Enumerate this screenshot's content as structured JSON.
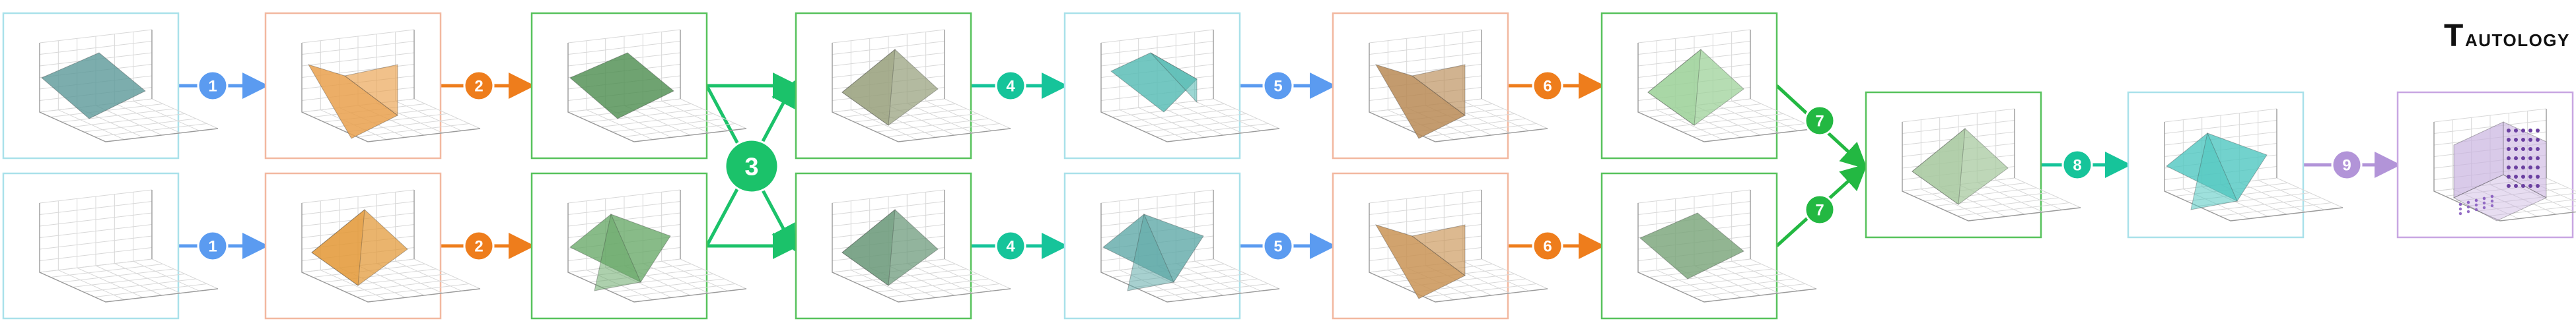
{
  "brand": {
    "tau": "T",
    "text": "AUTOLOGY"
  },
  "steps": [
    "1",
    "2",
    "3",
    "4",
    "5",
    "6",
    "7",
    "8",
    "9"
  ],
  "colors": {
    "step1": "#5b9bf0",
    "step2": "#ee7d1c",
    "step3": "#1bc26a",
    "step4": "#16c49a",
    "step5": "#5b9bf0",
    "step6": "#ee7d1c",
    "step7": "#23b842",
    "step8": "#16c49a",
    "step9": "#b294d8",
    "frame_cyan": "#a9e1ea",
    "frame_orange": "#f2b8a0",
    "frame_green": "#57c25c",
    "frame_purple": "#c8a6e2"
  },
  "panels": [
    {
      "id": "top-input",
      "frame": "cyan",
      "surfaces": [
        {
          "color": "#5f9b9b",
          "shape": "slab"
        }
      ]
    },
    {
      "id": "bottom-input",
      "frame": "cyan",
      "surfaces": []
    },
    {
      "id": "top-step1",
      "frame": "orange",
      "surfaces": [
        {
          "color": "#e9a04c",
          "shape": "fold"
        }
      ]
    },
    {
      "id": "bottom-step1",
      "frame": "orange",
      "surfaces": [
        {
          "color": "#e39b3c",
          "shape": "pyramid"
        }
      ]
    },
    {
      "id": "top-step2",
      "frame": "green",
      "surfaces": [
        {
          "color": "#4f8f52",
          "shape": "slab"
        }
      ]
    },
    {
      "id": "bottom-step2",
      "frame": "green",
      "surfaces": [
        {
          "color": "#6aaa6a",
          "shape": "tent"
        }
      ]
    },
    {
      "id": "top-step3",
      "frame": "green",
      "surfaces": [
        {
          "color": "#9aa380",
          "shape": "pyramid"
        }
      ]
    },
    {
      "id": "bottom-step3",
      "frame": "green",
      "surfaces": [
        {
          "color": "#6e9b7c",
          "shape": "pyramid"
        }
      ]
    },
    {
      "id": "top-step4",
      "frame": "cyan",
      "surfaces": [
        {
          "color": "#5bbdb6",
          "shape": "ridge"
        }
      ]
    },
    {
      "id": "bottom-step4",
      "frame": "cyan",
      "surfaces": [
        {
          "color": "#5fa9a8",
          "shape": "tent"
        }
      ]
    },
    {
      "id": "top-step5",
      "frame": "orange",
      "surfaces": [
        {
          "color": "#b88a55",
          "shape": "fold"
        }
      ]
    },
    {
      "id": "bottom-step5",
      "frame": "orange",
      "surfaces": [
        {
          "color": "#c99355",
          "shape": "fold"
        }
      ]
    },
    {
      "id": "top-step6",
      "frame": "green",
      "surfaces": [
        {
          "color": "#9ed19a",
          "shape": "pyramid"
        }
      ]
    },
    {
      "id": "bottom-step6",
      "frame": "green",
      "surfaces": [
        {
          "color": "#7aa57a",
          "shape": "slab"
        }
      ]
    },
    {
      "id": "merged-step7",
      "frame": "green",
      "surfaces": [
        {
          "color": "#a8c9a0",
          "shape": "pyramid"
        }
      ]
    },
    {
      "id": "merged-step8",
      "frame": "cyan",
      "surfaces": [
        {
          "color": "#4fc7c0",
          "shape": "tent"
        }
      ]
    },
    {
      "id": "final-step9",
      "frame": "purple",
      "surfaces": [
        {
          "color": "#c9b3e0",
          "shape": "walls"
        }
      ]
    }
  ]
}
